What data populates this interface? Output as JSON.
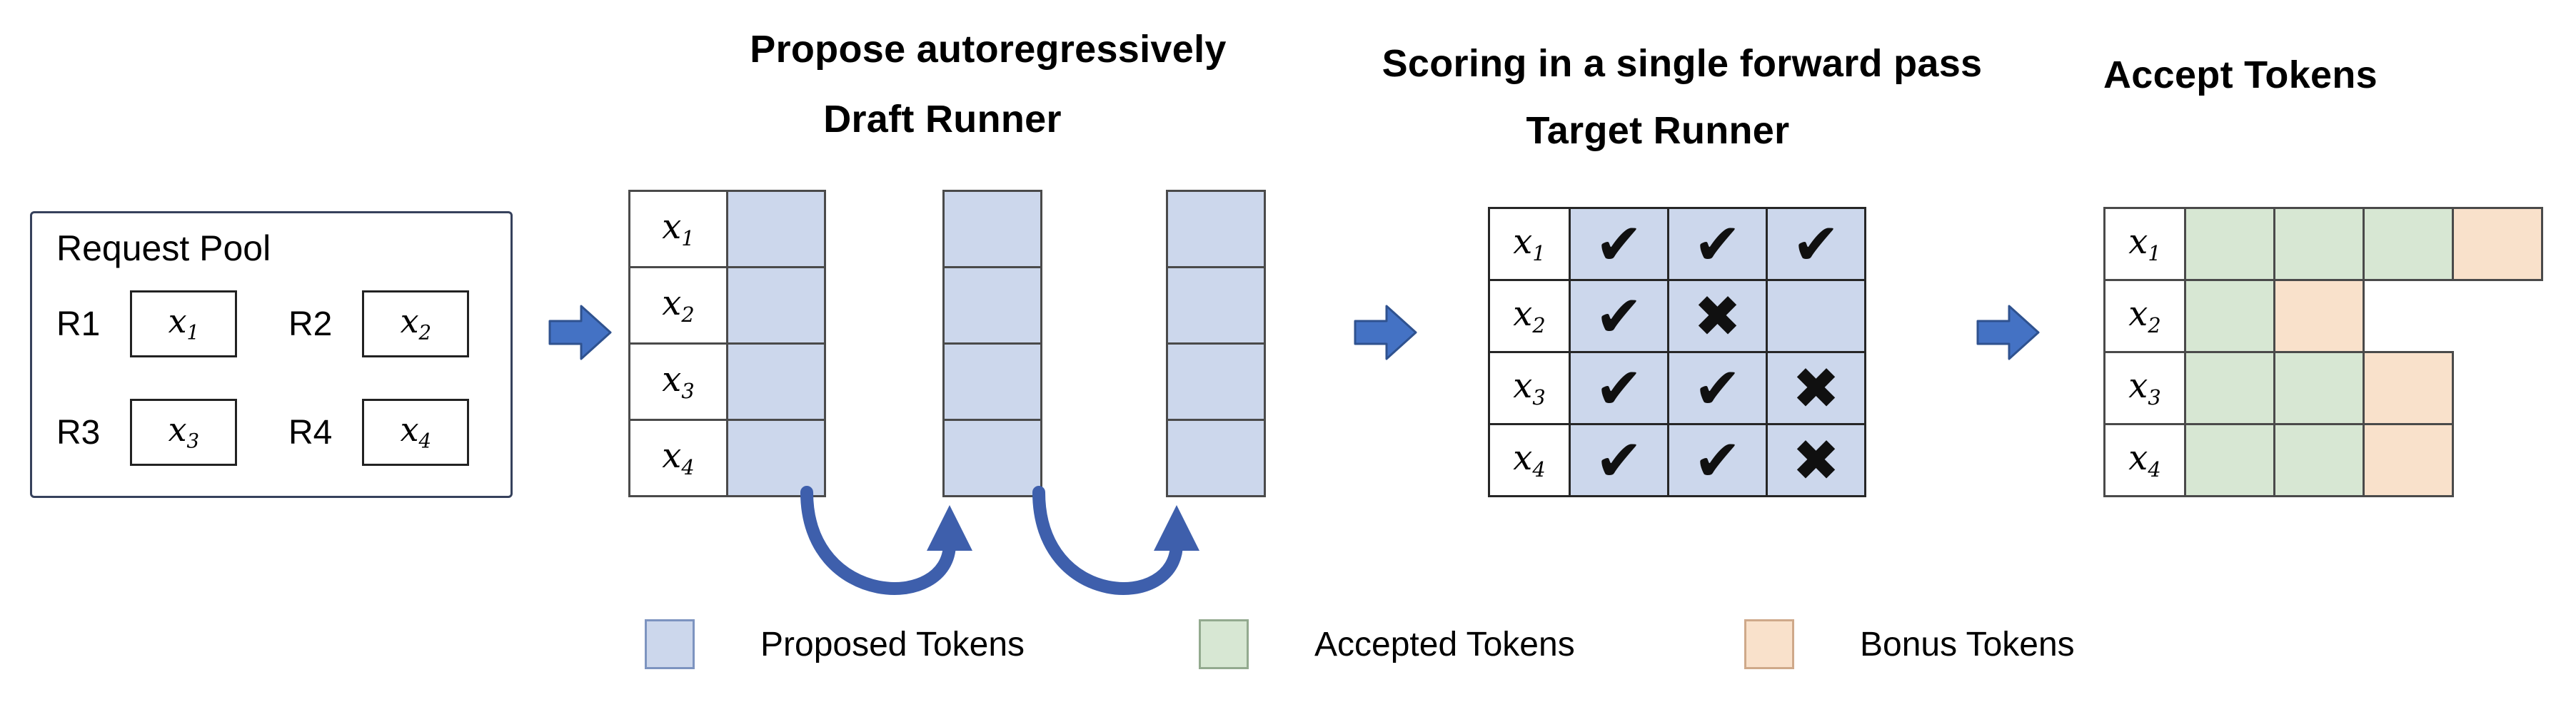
{
  "colors": {
    "proposed": "#ccd7ec",
    "accepted": "#d7e7d3",
    "bonus": "#f9e1cb",
    "arrow_fill": "#4472c4",
    "arrow_stroke": "#2f528f",
    "curve_arrow": "#3e5fac"
  },
  "titles": {
    "propose": "Propose autoregressively",
    "draft_runner": "Draft Runner",
    "scoring": "Scoring in a single forward pass",
    "target_runner": "Target Runner",
    "accept_tokens": "Accept Tokens"
  },
  "request_pool": {
    "title": "Request Pool",
    "items": [
      {
        "id": "R1",
        "token": {
          "base": "x",
          "sub": "1"
        }
      },
      {
        "id": "R2",
        "token": {
          "base": "x",
          "sub": "2"
        }
      },
      {
        "id": "R3",
        "token": {
          "base": "x",
          "sub": "3"
        }
      },
      {
        "id": "R4",
        "token": {
          "base": "x",
          "sub": "4"
        }
      }
    ]
  },
  "draft_runner": {
    "proposal_steps": 3,
    "row_tokens": [
      {
        "base": "x",
        "sub": "1"
      },
      {
        "base": "x",
        "sub": "2"
      },
      {
        "base": "x",
        "sub": "3"
      },
      {
        "base": "x",
        "sub": "4"
      }
    ]
  },
  "target_runner": {
    "rows": [
      {
        "token": {
          "base": "x",
          "sub": "1"
        },
        "marks": [
          "✔",
          "✔",
          "✔"
        ]
      },
      {
        "token": {
          "base": "x",
          "sub": "2"
        },
        "marks": [
          "✔",
          "✖",
          ""
        ]
      },
      {
        "token": {
          "base": "x",
          "sub": "3"
        },
        "marks": [
          "✔",
          "✔",
          "✖"
        ]
      },
      {
        "token": {
          "base": "x",
          "sub": "4"
        },
        "marks": [
          "✔",
          "✔",
          "✖"
        ]
      }
    ]
  },
  "accept_tokens": {
    "rows": [
      {
        "token": {
          "base": "x",
          "sub": "1"
        },
        "cells": [
          "accepted",
          "accepted",
          "accepted",
          "bonus"
        ]
      },
      {
        "token": {
          "base": "x",
          "sub": "2"
        },
        "cells": [
          "accepted",
          "bonus"
        ]
      },
      {
        "token": {
          "base": "x",
          "sub": "3"
        },
        "cells": [
          "accepted",
          "accepted",
          "bonus"
        ]
      },
      {
        "token": {
          "base": "x",
          "sub": "4"
        },
        "cells": [
          "accepted",
          "accepted",
          "bonus"
        ]
      }
    ]
  },
  "legend": [
    {
      "type": "proposed",
      "label": "Proposed Tokens"
    },
    {
      "type": "accepted",
      "label": "Accepted Tokens"
    },
    {
      "type": "bonus",
      "label": "Bonus Tokens"
    }
  ]
}
